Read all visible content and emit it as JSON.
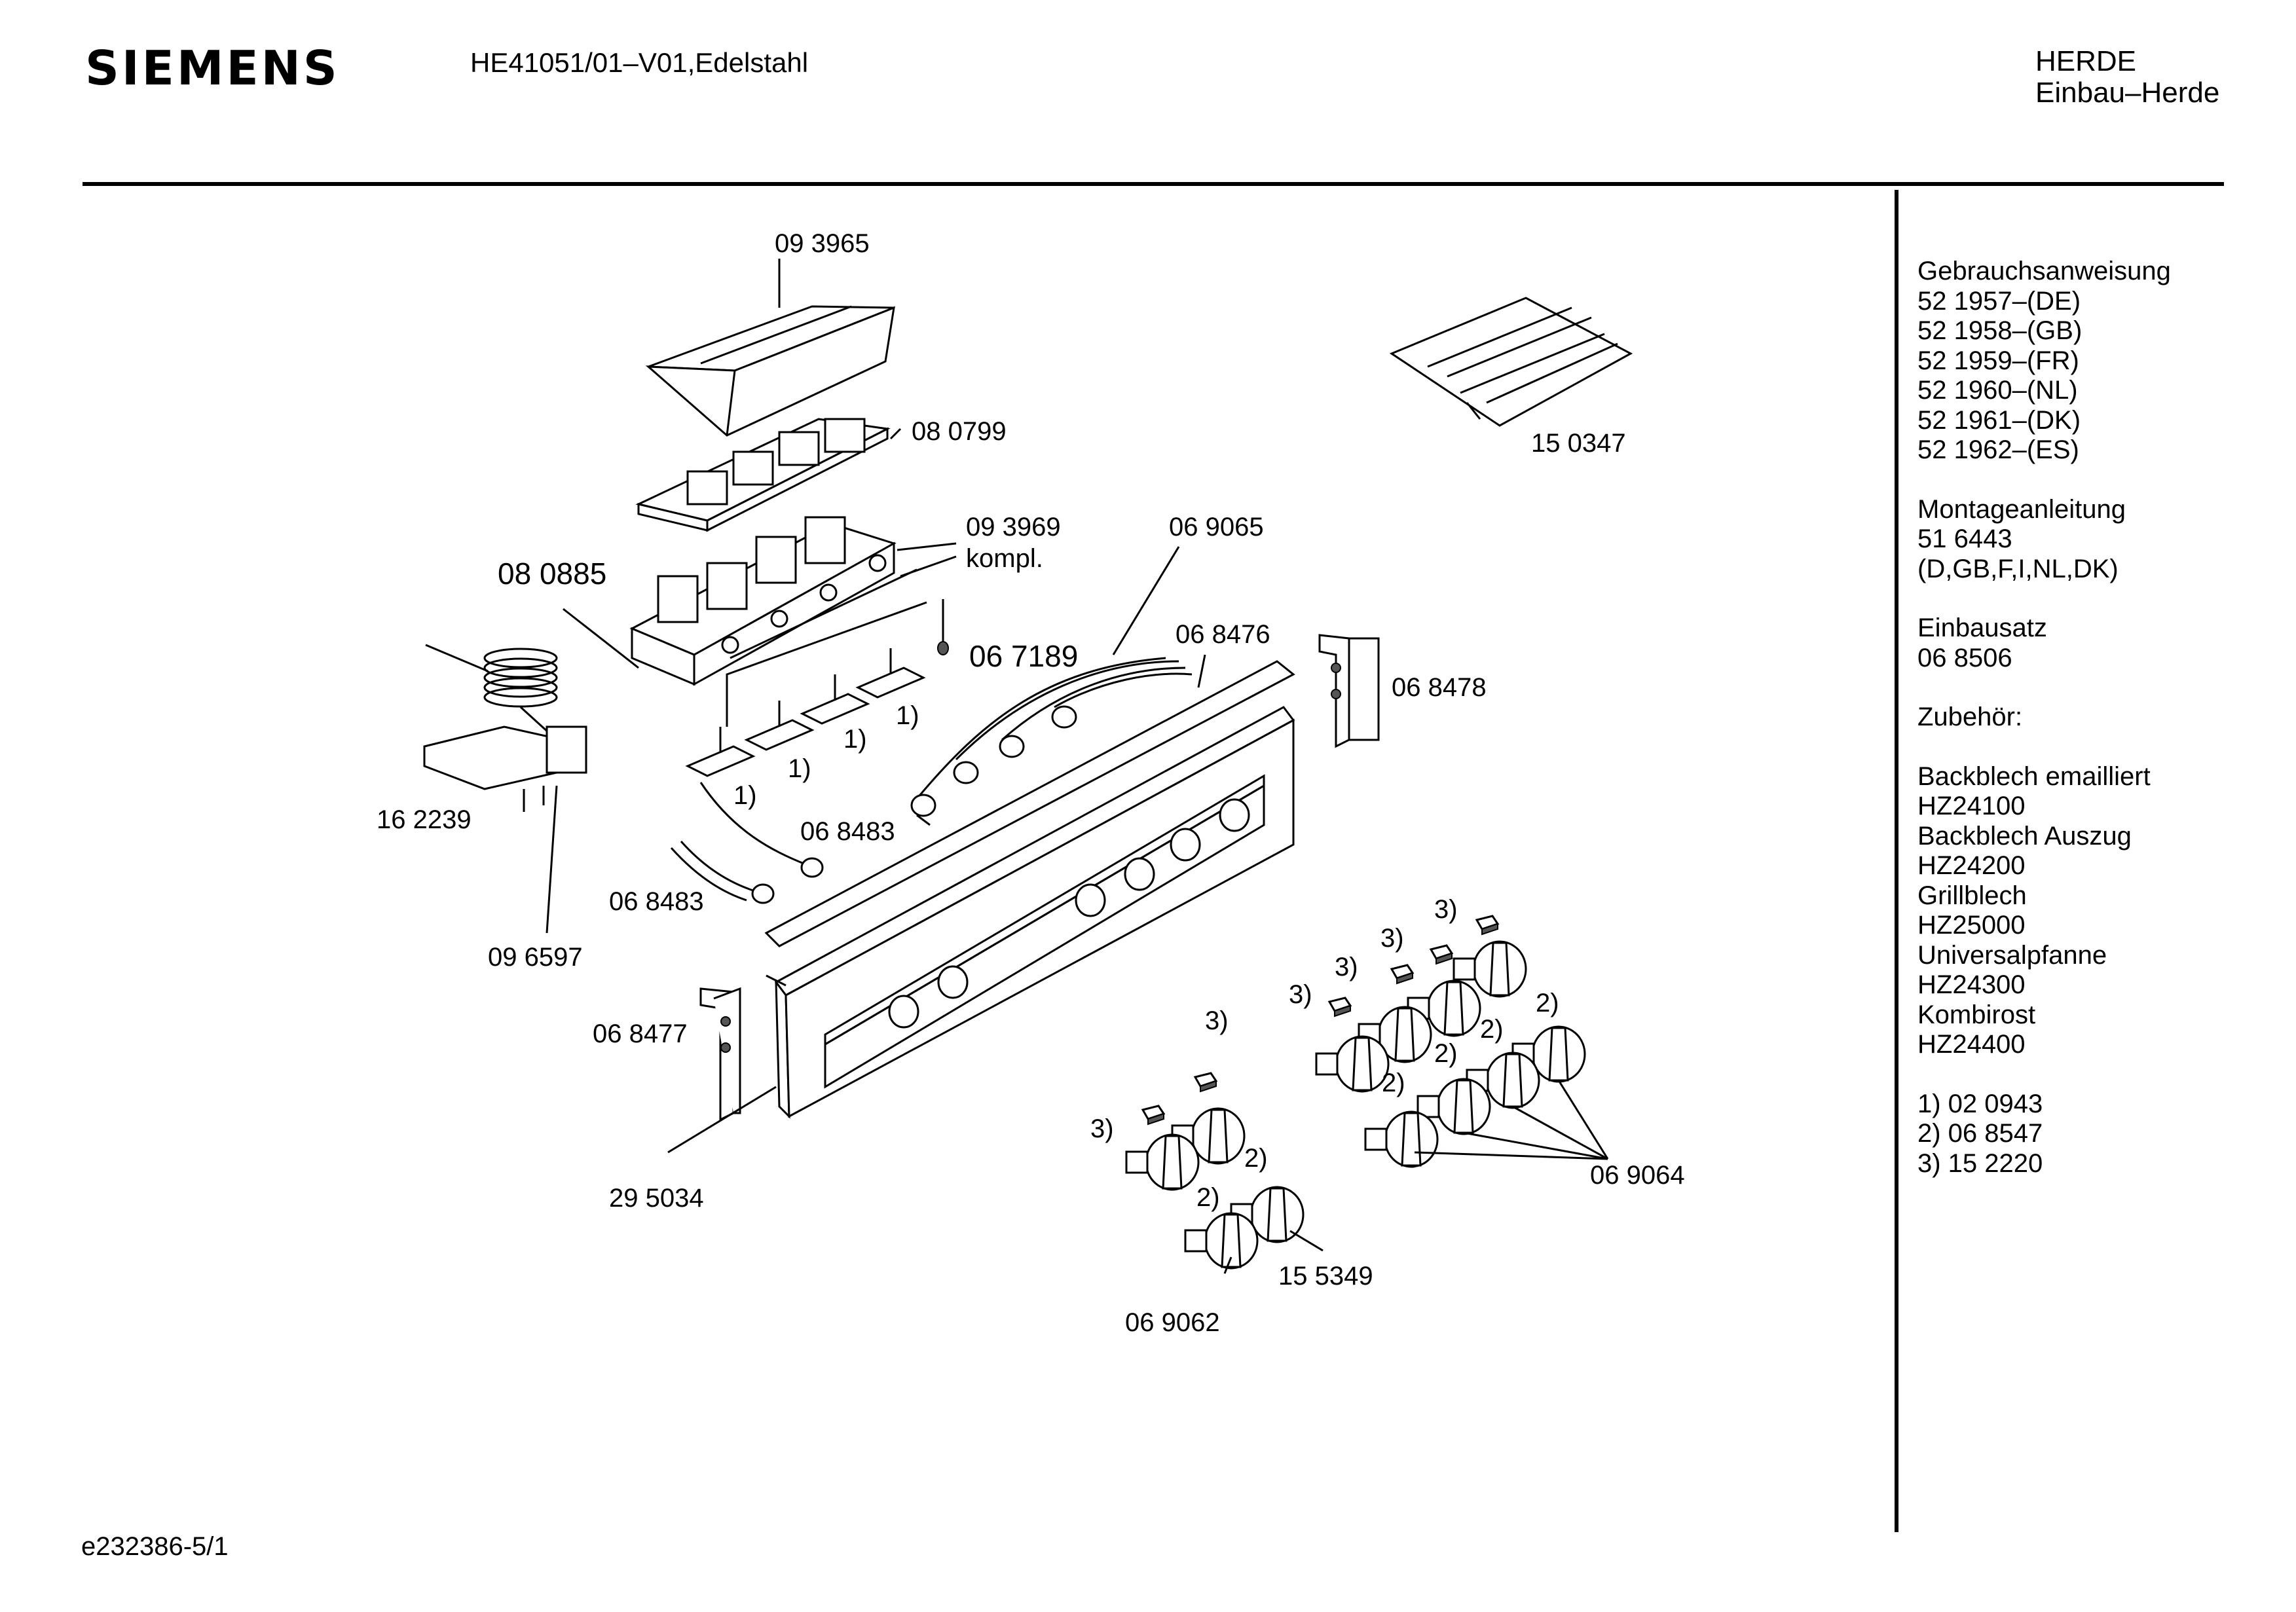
{
  "header": {
    "brand": "SIEMENS",
    "model": "HE41051/01–V01,Edelstahl",
    "category": "HERDE",
    "subcategory": "Einbau–Herde"
  },
  "sidebar": {
    "groups": [
      {
        "title": "Gebrauchsanweisung",
        "lines": [
          "52 1957–(DE)",
          "52 1958–(GB)",
          "52 1959–(FR)",
          "52 1960–(NL)",
          "52 1961–(DK)",
          "52 1962–(ES)"
        ]
      },
      {
        "title": "Montageanleitung",
        "lines": [
          "51 6443",
          "(D,GB,F,I,NL,DK)"
        ]
      },
      {
        "title": "Einbausatz",
        "lines": [
          "06 8506"
        ]
      },
      {
        "title": "Zubehör:",
        "lines": []
      },
      {
        "title": "",
        "lines": [
          "Backblech emailliert",
          "HZ24100",
          "Backblech Auszug",
          "HZ24200",
          "Grillblech",
          "HZ25000",
          "Universalpfanne",
          "HZ24300",
          "Kombirost",
          "HZ24400"
        ]
      },
      {
        "title": "",
        "lines": [
          "1)  02 0943",
          "2)  06 8547",
          "3)  15 2220"
        ]
      }
    ]
  },
  "part_labels": {
    "p093965": "09 3965",
    "p080799": "08 0799",
    "p093969": "09 3969",
    "kompl": "kompl.",
    "p080885": "08 0885",
    "p069065": "06 9065",
    "p067189": "06 7189",
    "p068476": "06 8476",
    "p068478": "06 8478",
    "p150347": "15 0347",
    "p162239": "16 2239",
    "p068483a": "06 8483",
    "p068483b": "06 8483",
    "p096597": "09 6597",
    "p068477": "06 8477",
    "p295034": "29 5034",
    "p069064": "06 9064",
    "p155349": "15 5349",
    "p069062": "06 9062",
    "n1": "1)",
    "n2": "2)",
    "n3": "3)"
  },
  "footer": {
    "doc_id": "e232386-5/1"
  }
}
